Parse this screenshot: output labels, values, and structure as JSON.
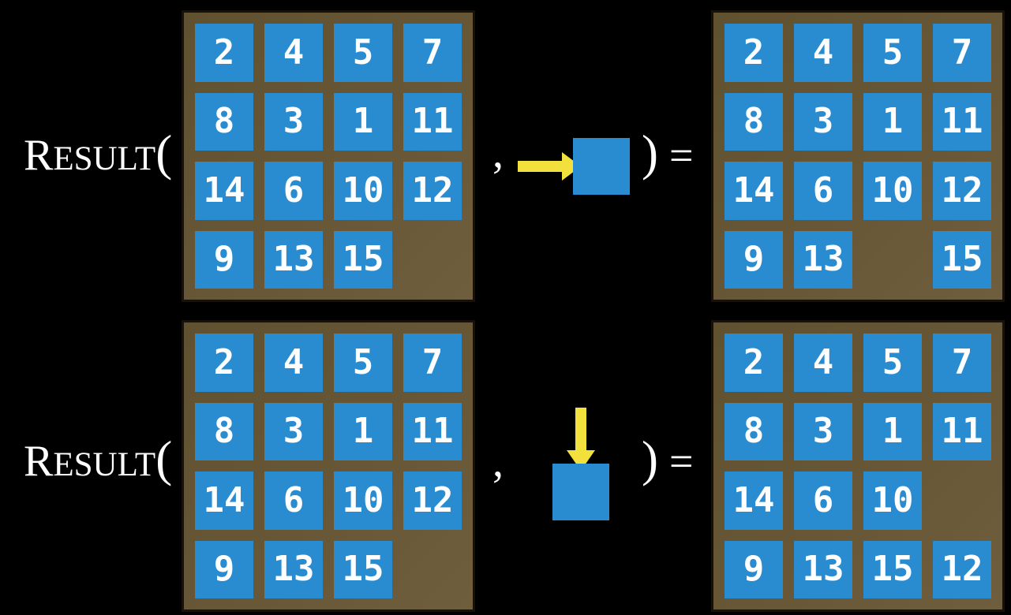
{
  "colors": {
    "background": "#000000",
    "board_frame_brown": "#675737",
    "board_border_dark": "#17110a",
    "tile_blue": "#298cd0",
    "tile_number_white": "#ffffff",
    "arrow_yellow": "#f2e13c",
    "text_white": "#ffffff"
  },
  "examples": [
    {
      "id": "slide-right",
      "function_name": {
        "initial": "R",
        "rest": "ESULT"
      },
      "open_paren": "(",
      "comma": ",",
      "close_paren": ")",
      "equals": "=",
      "move": {
        "direction": "right",
        "icon": "arrow-right-icon"
      },
      "input_grid": [
        [
          "2",
          "4",
          "5",
          "7"
        ],
        [
          "8",
          "3",
          "1",
          "11"
        ],
        [
          "14",
          "6",
          "10",
          "12"
        ],
        [
          "9",
          "13",
          "15",
          null
        ]
      ],
      "output_grid": [
        [
          "2",
          "4",
          "5",
          "7"
        ],
        [
          "8",
          "3",
          "1",
          "11"
        ],
        [
          "14",
          "6",
          "10",
          "12"
        ],
        [
          "9",
          "13",
          null,
          "15"
        ]
      ]
    },
    {
      "id": "slide-down",
      "function_name": {
        "initial": "R",
        "rest": "ESULT"
      },
      "open_paren": "(",
      "comma": ",",
      "close_paren": ")",
      "equals": "=",
      "move": {
        "direction": "down",
        "icon": "arrow-down-icon"
      },
      "input_grid": [
        [
          "2",
          "4",
          "5",
          "7"
        ],
        [
          "8",
          "3",
          "1",
          "11"
        ],
        [
          "14",
          "6",
          "10",
          "12"
        ],
        [
          "9",
          "13",
          "15",
          null
        ]
      ],
      "output_grid": [
        [
          "2",
          "4",
          "5",
          "7"
        ],
        [
          "8",
          "3",
          "1",
          "11"
        ],
        [
          "14",
          "6",
          "10",
          null
        ],
        [
          "9",
          "13",
          "15",
          "12"
        ]
      ]
    }
  ]
}
